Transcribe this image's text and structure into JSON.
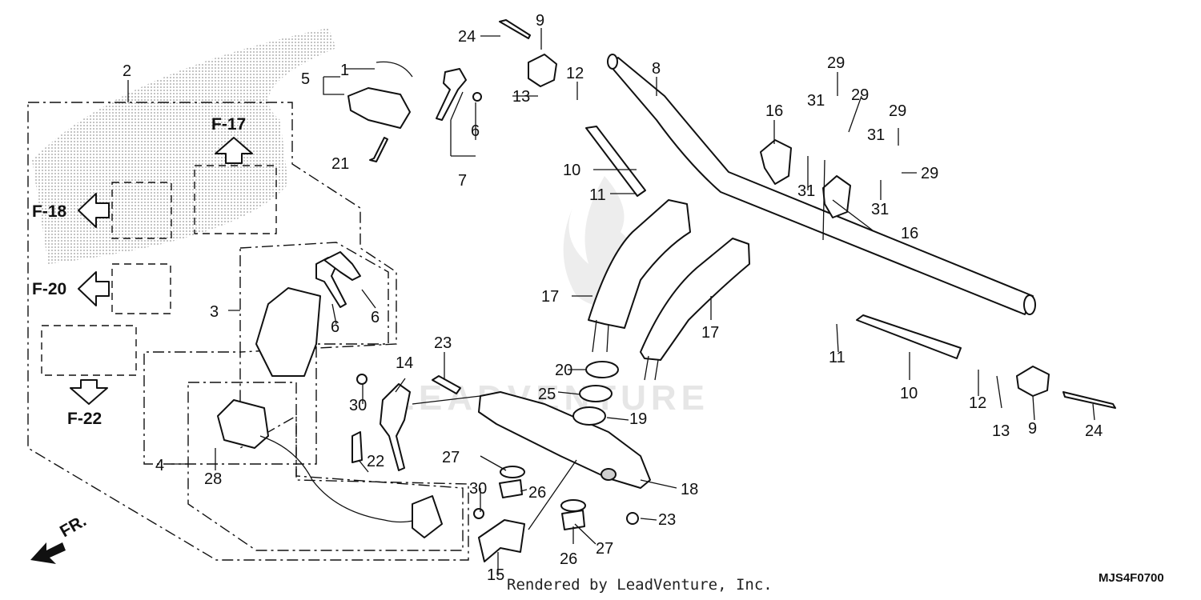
{
  "diagram": {
    "footer_text": "Rendered by LeadVenture, Inc.",
    "diagram_code": "MJS4F0700",
    "watermark": "LEADVENTURE",
    "direction_label": "FR.",
    "refs": [
      "F-17",
      "F-18",
      "F-20",
      "F-22"
    ],
    "callouts": [
      "1",
      "2",
      "3",
      "4",
      "5",
      "6",
      "6",
      "6",
      "7",
      "8",
      "9",
      "9",
      "10",
      "10",
      "11",
      "11",
      "12",
      "12",
      "13",
      "13",
      "14",
      "15",
      "16",
      "16",
      "17",
      "17",
      "18",
      "19",
      "20",
      "21",
      "22",
      "23",
      "23",
      "24",
      "24",
      "25",
      "26",
      "26",
      "27",
      "27",
      "28",
      "29",
      "29",
      "29",
      "29",
      "30",
      "30",
      "31",
      "31",
      "31",
      "31"
    ]
  }
}
